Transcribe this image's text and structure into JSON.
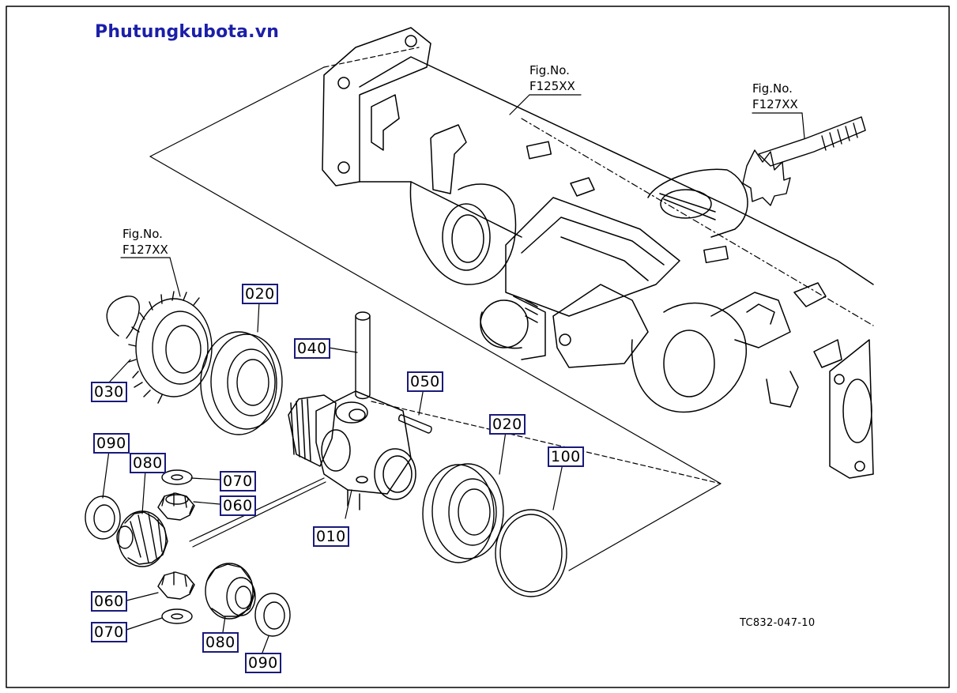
{
  "watermark": "Phutungkubota.vn",
  "drawing_number": "TC832-047-10",
  "figure_refs": [
    {
      "label": "Fig.No.",
      "number": "F125XX"
    },
    {
      "label": "Fig.No.",
      "number": "F127XX"
    },
    {
      "label": "Fig.No.",
      "number": "F127XX"
    }
  ],
  "callouts": [
    "020",
    "040",
    "050",
    "030",
    "020",
    "100",
    "090",
    "080",
    "070",
    "060",
    "010",
    "060",
    "070",
    "080",
    "090"
  ]
}
